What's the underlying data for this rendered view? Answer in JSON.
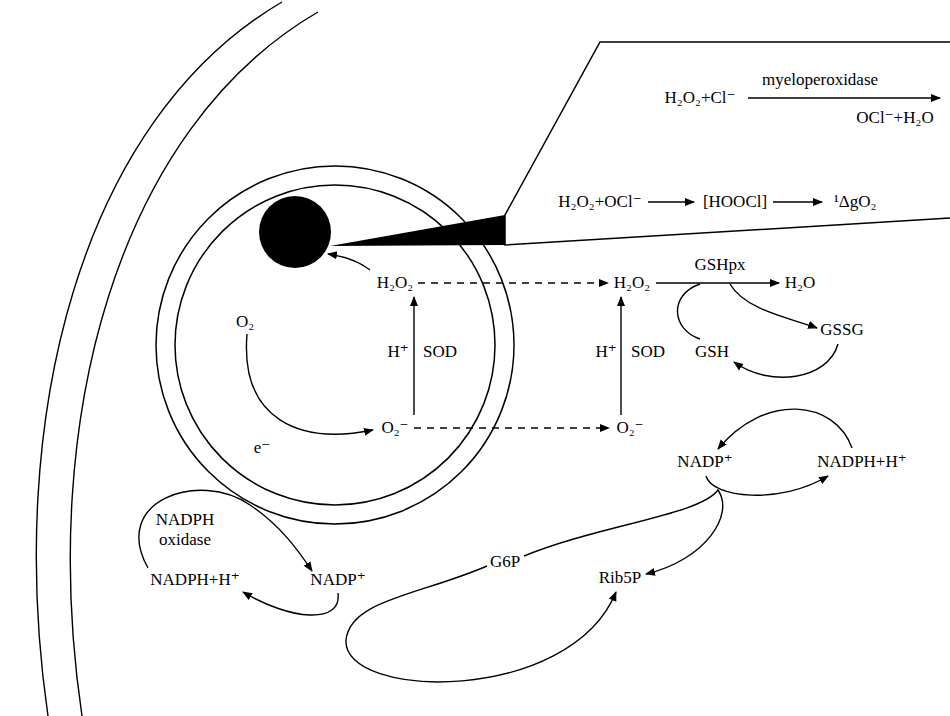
{
  "diagram": {
    "nodes": [
      {
        "text": [
          "H₂O₂+Cl⁻",
          "myeloperoxidase",
          "OCl⁻+H₂O",
          "H₂O₂+OCl⁻",
          "[HOOCl]",
          "¹ΔgO₂"
        ]
      },
      {
        "text": [
          "H₂O₂",
          "H⁺",
          "SOD",
          "O₂",
          "e⁻",
          "O₂⁻"
        ]
      }
    ],
    "labels": [
      "H₂O₂",
      "GSHpx",
      "H₂O",
      "GSH",
      "GSSG",
      "H⁺",
      "SOD",
      "O₂⁻",
      "NADP⁺",
      "NADPH+H⁺",
      "NADPH oxidase",
      "NADPH+H⁺",
      "NADP⁺",
      "G6P",
      "Rib5P"
    ]
  }
}
